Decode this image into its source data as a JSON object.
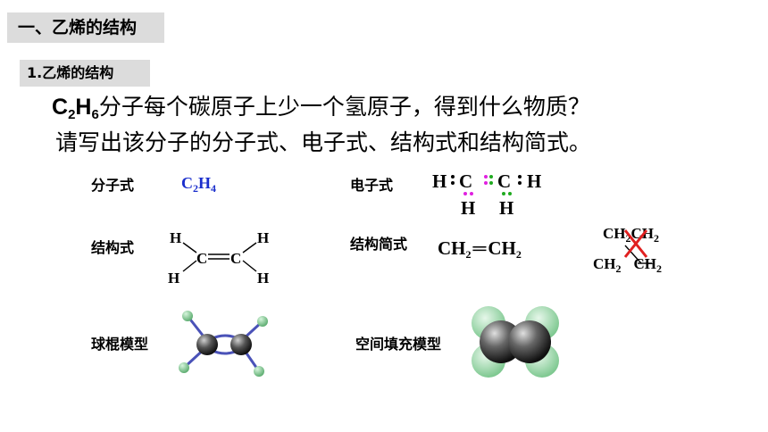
{
  "header": {
    "section_title": "一、乙烯的结构",
    "sub_title": "1.乙烯的结构"
  },
  "question": {
    "line1_f1": "C",
    "line1_n1": "2",
    "line1_f2": "H",
    "line1_n2": "6",
    "line1_text": "分子每个碳原子上少一个氢原子，得到什么物质？",
    "line2": "请写出该分子的分子式、电子式、结构式和结构简式。"
  },
  "molecular_formula": {
    "label": "分子式",
    "f1": "C",
    "n1": "2",
    "f2": "H",
    "n2": "4",
    "color": "#1a2ecc"
  },
  "electron_formula": {
    "label": "电子式",
    "h": "H",
    "c": "C",
    "dot_color_pink": "#e020e0",
    "dot_color_green": "#1faa1f"
  },
  "structural_formula": {
    "label": "结构式",
    "h": "H",
    "c": "C"
  },
  "condensed_formula": {
    "label": "结构简式",
    "correct": {
      "g1": "CH",
      "n1": "2",
      "bond": "═",
      "g2": "CH",
      "n2": "2"
    },
    "wrong": {
      "r1a": "CH",
      "r1an": "2",
      "r1b": "CH",
      "r1bn": "2",
      "r2a": "CH",
      "r2an": "2",
      "r2b": "CH",
      "r2bn": "2",
      "cross_color": "#e02020"
    }
  },
  "models": {
    "ball_stick_label": "球棍模型",
    "space_fill_label": "空间填充模型"
  }
}
